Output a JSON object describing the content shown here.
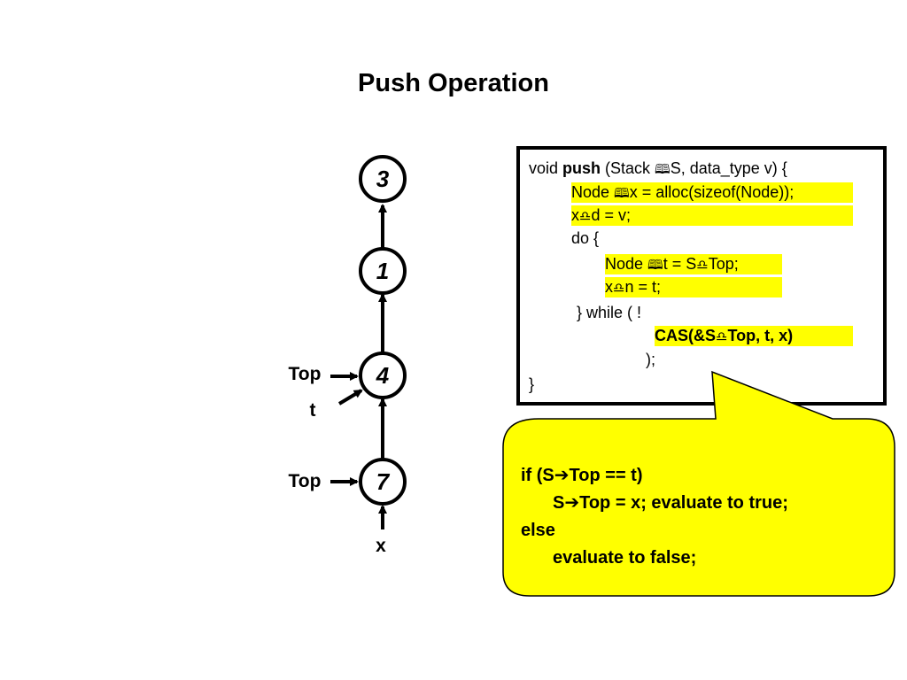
{
  "title": "Push Operation",
  "diagram": {
    "nodes": [
      {
        "id": "n3",
        "label": "3"
      },
      {
        "id": "n1",
        "label": "1"
      },
      {
        "id": "n4",
        "label": "4"
      },
      {
        "id": "n7",
        "label": "7"
      }
    ],
    "pointers": {
      "top_old": "Top",
      "t": "t",
      "top_new": "Top",
      "x": "x"
    }
  },
  "code": {
    "l1_void": "void ",
    "l1_push": "push",
    "l1_a": " (Stack ",
    "l1_b": "S, data_type v) {",
    "l2_a": "Node ",
    "l2_b": "x = alloc(sizeof(Node));",
    "l3_a": "x",
    "l3_b": "d = v;",
    "l4": "do {",
    "l5_a": "Node ",
    "l5_b": "t = S",
    "l5_c": "Top;",
    "l6_a": "x",
    "l6_b": "n = t;",
    "l7": "} while ( !",
    "l8_a": " CAS(&S",
    "l8_b": "Top, t, x)",
    "l9": ");",
    "l10": "}",
    "sym_book": "🕮",
    "sym_arrow": "♎"
  },
  "callout": {
    "line1_a": "if (S",
    "line1_b": "Top == t)",
    "line2_a": "S",
    "line2_b": "Top = x; evaluate to true;",
    "line3": "else",
    "line4": "evaluate to false;",
    "arrow_glyph": "➔"
  },
  "colors": {
    "highlight": "#ffff00",
    "callout_fill": "#ffff00"
  }
}
